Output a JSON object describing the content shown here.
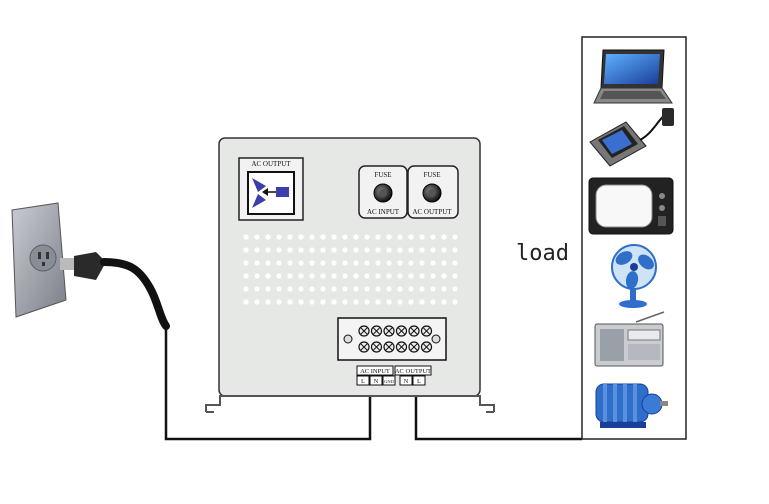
{
  "panel": {
    "ac_output_socket_label": "AC OUTPUT",
    "fuse_left": {
      "title": "FUSE",
      "caption": "AC  INPUT"
    },
    "fuse_right": {
      "title": "FUSE",
      "caption": "AC  OUTPUT"
    },
    "terminal_labels": {
      "input_group": "AC  INPUT",
      "output_group": "AC  OUTPUT",
      "pins": [
        "L",
        "N",
        "GND",
        "N",
        "L"
      ]
    }
  },
  "load": {
    "label": "load",
    "devices": [
      {
        "name": "laptop",
        "icon": "laptop-icon"
      },
      {
        "name": "mobile phone with charger",
        "icon": "phone-charger-icon"
      },
      {
        "name": "television",
        "icon": "tv-icon"
      },
      {
        "name": "electric fan",
        "icon": "fan-icon"
      },
      {
        "name": "radio",
        "icon": "radio-icon"
      },
      {
        "name": "electric motor",
        "icon": "motor-icon"
      }
    ]
  },
  "colors": {
    "panel_fill": "#e6e8e6",
    "panel_stroke": "#333333",
    "wire": "#111111",
    "device_blue": "#2f6fc9",
    "socket_blue": "#3b3fa8"
  }
}
